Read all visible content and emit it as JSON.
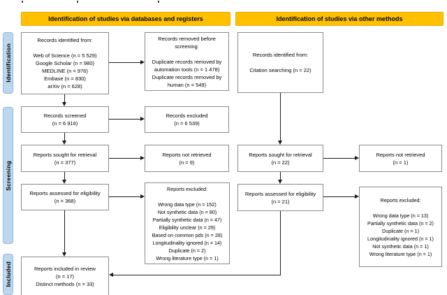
{
  "headers": {
    "left": "Identification of studies via databases and registers",
    "right": "Identification of studies via other methods"
  },
  "stages": {
    "identification": "Identification",
    "screening": "Screening",
    "included": "Included"
  },
  "colors": {
    "header_bg": "#FFC000",
    "stage_bg": "#BDD7EE",
    "box_border": "#8A8A8A",
    "arrow": "#1A1A1A"
  },
  "boxes": {
    "records_identified_databases": {
      "lines": [
        "Records identified from:",
        "",
        "Web of Science (n = 5 529)",
        "Google Scholar (n = 980)",
        "MEDLINE (n = 976)",
        "Embase (n = 830)",
        "arXiv (n = 628)"
      ]
    },
    "records_removed_before_screening": {
      "lines": [
        "Records removed before",
        "screening:",
        "",
        "Duplicate records removed by",
        "automation tools (n = 1 478)",
        "Duplicate records removed by",
        "human (n = 549)"
      ]
    },
    "records_identified_other": {
      "lines": [
        "Records identified from:",
        "",
        "Citation searching (n = 22)"
      ]
    },
    "records_screened": {
      "lines": [
        "Records screened",
        "(n = 6 916)"
      ]
    },
    "records_excluded": {
      "lines": [
        "Records excluded",
        "(n = 6 539)"
      ]
    },
    "reports_sought_databases": {
      "lines": [
        "Reports sought for retrieval",
        "(n = 377)"
      ]
    },
    "reports_not_retrieved_databases": {
      "lines": [
        "Reports not retrieved",
        "(n = 9)"
      ]
    },
    "reports_sought_other": {
      "lines": [
        "Reports sought for retrieval",
        "(n = 22)"
      ]
    },
    "reports_not_retrieved_other": {
      "lines": [
        "Reports not retrieved",
        "(n = 1)"
      ]
    },
    "reports_assessed_databases": {
      "lines": [
        "Reports assessed for eligibility",
        "(n = 368)"
      ]
    },
    "reports_excluded_databases": {
      "lines": [
        "Reports excluded:",
        "",
        "Wrong data type (n = 152)",
        "Not synthetic data (n = 80)",
        "Partially synthetic data (n = 47)",
        "Eligibility unclear (n = 29)",
        "Based on common pds (n = 28)",
        "Longitudinality ignored (n = 14)",
        "Duplicate (n = 2)",
        "Wrong literature type (n = 1)"
      ]
    },
    "reports_assessed_other": {
      "lines": [
        "Reports assessed for eligibility",
        "(n = 21)"
      ]
    },
    "reports_excluded_other": {
      "lines": [
        "Reports excluded:",
        "",
        "Wrong data type (n = 13)",
        "Partially synthetic data (n = 2)",
        "Duplicate (n = 1)",
        "Longitudinality ignored (n = 1)",
        "Not synthetic data (n = 1)",
        "Wrong literature type (n = 1)"
      ]
    },
    "reports_included": {
      "lines": [
        "Reports included in review",
        "(n = 17)",
        "Distinct methods (n = 33)"
      ]
    }
  }
}
